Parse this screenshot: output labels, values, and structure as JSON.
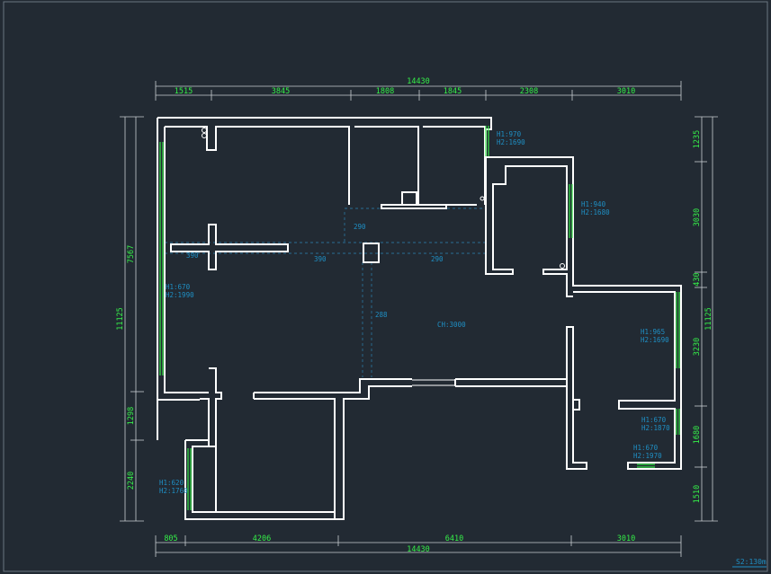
{
  "dimensions": {
    "top_total": "14430",
    "top_segments": [
      "1515",
      "3845",
      "1808",
      "1845",
      "2308",
      "3010"
    ],
    "bottom_total": "14430",
    "bottom_segments": [
      "805",
      "4206",
      "6410",
      "3010"
    ],
    "left_outer": "11125",
    "left_segments": [
      "7567",
      "1298",
      "2240"
    ],
    "right_outer": "11125",
    "right_segments": [
      "1235",
      "3030",
      "430",
      "3230",
      "1680",
      "1510"
    ]
  },
  "annotations": {
    "window_top_mid": [
      "H1:970",
      "H2:1690"
    ],
    "window_right_upper": [
      "H1:940",
      "H2:1680"
    ],
    "window_left": [
      "H1:670",
      "H2:1990"
    ],
    "window_right_mid": [
      "H1:965",
      "H2:1690"
    ],
    "window_right_low": [
      "H1:670",
      "H2:1870"
    ],
    "window_bottom_right": [
      "H1:670",
      "H2:1970"
    ],
    "window_bottom_left": [
      "H1:620",
      "H2:1760"
    ],
    "beam_1": "290",
    "beam_2": "390",
    "beam_3": "390",
    "beam_4": "290",
    "beam_5": "288",
    "ceiling": "CH:3000"
  },
  "scale_label": "S2:130m",
  "colors": {
    "background": "#222a33",
    "wall": "#ffffff",
    "window": "#37e84a",
    "dimension_text": "#35ef48",
    "annotation": "#1f8fc4"
  }
}
